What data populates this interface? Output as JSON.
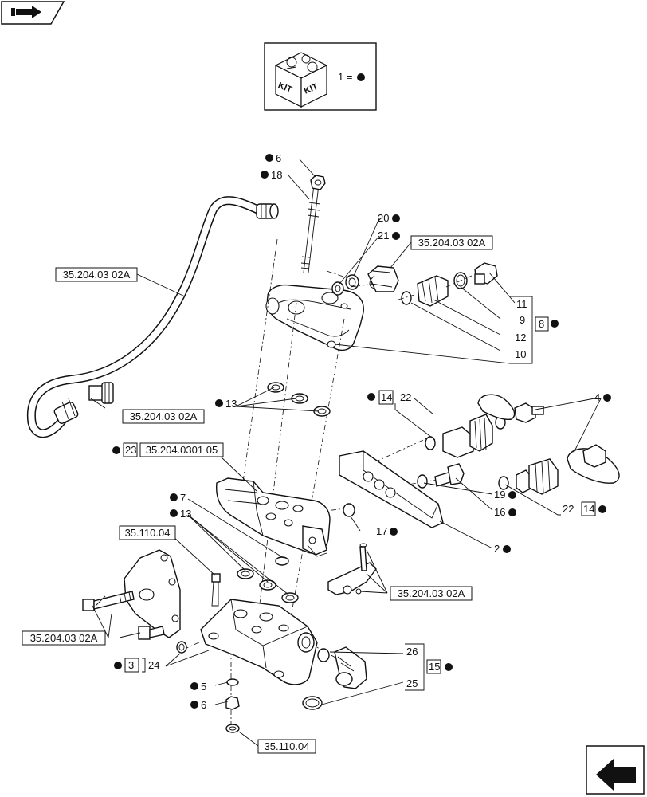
{
  "kit": {
    "left_text": "KIT",
    "right_text": "KIT",
    "legend_text": "1 ="
  },
  "labels": {
    "lbl_6_top": "6",
    "lbl_18": "18",
    "lbl_20": "20",
    "lbl_21": "21",
    "lbl_11": "11",
    "lbl_9": "9",
    "lbl_8": "8",
    "lbl_12": "12",
    "lbl_10": "10",
    "lbl_13_upper": "13",
    "lbl_14_left": "14",
    "lbl_22_left": "22",
    "lbl_4": "4",
    "lbl_23": "23",
    "lbl_7": "7",
    "lbl_13_lower": "13",
    "lbl_19": "19",
    "lbl_16": "16",
    "lbl_17": "17",
    "lbl_2": "2",
    "lbl_22_right": "22",
    "lbl_14_right": "14",
    "lbl_3": "3",
    "lbl_24": "24",
    "lbl_26": "26",
    "lbl_15": "15",
    "lbl_25": "25",
    "lbl_5": "5",
    "lbl_6_bottom": "6"
  },
  "refs": {
    "ref_pipe_left": "35.204.03 02A",
    "ref_top_right": "35.204.03 02A",
    "ref_pipe_lower": "35.204.03 02A",
    "ref_valve": "35.204.0301 05",
    "ref_bracket": "35.110.04",
    "ref_bracket_bolts": "35.204.03 02A",
    "ref_lever": "35.204.03 02A",
    "ref_bottom": "35.110.04"
  }
}
